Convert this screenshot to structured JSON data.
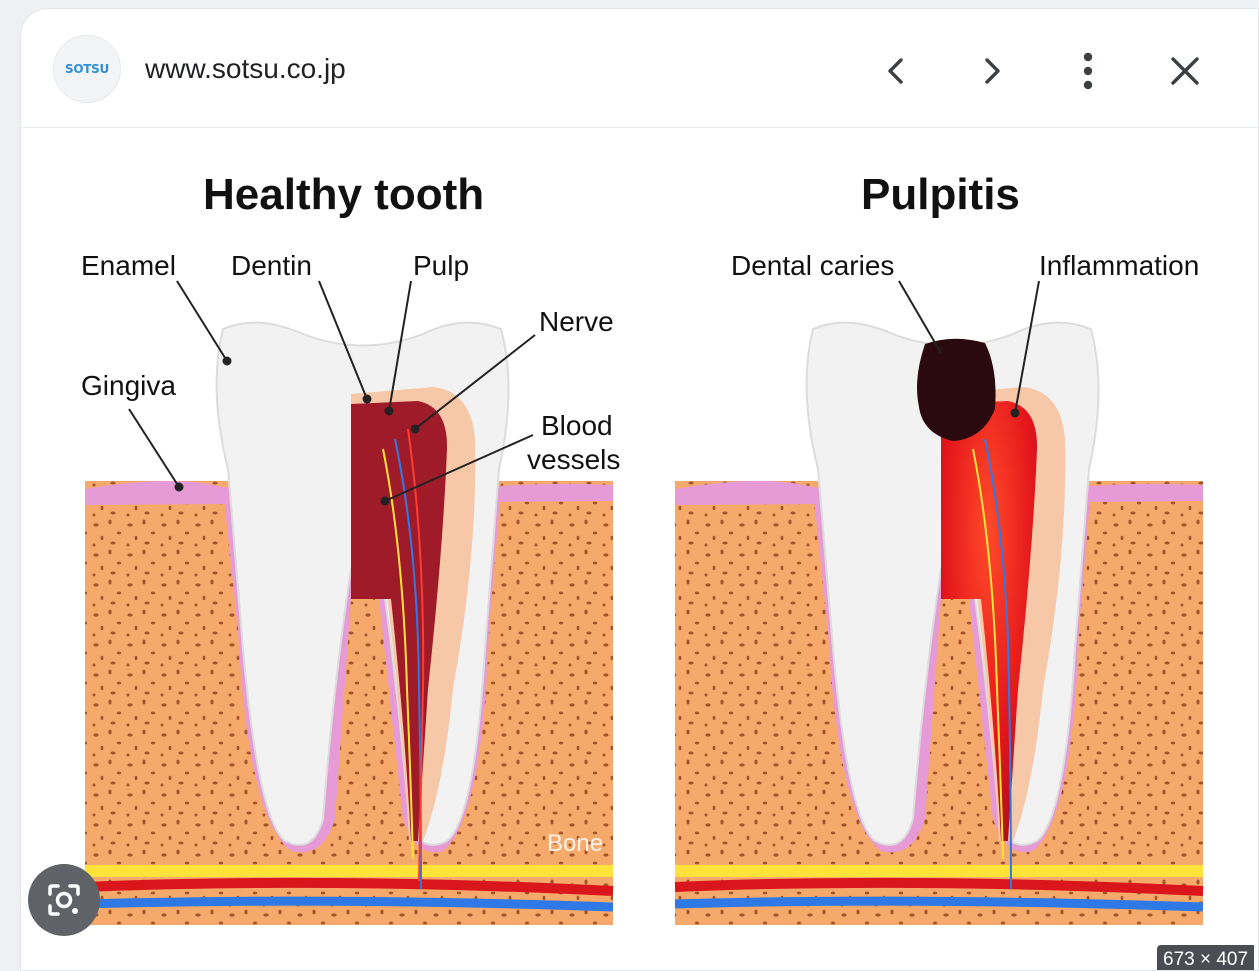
{
  "header": {
    "site_logo_text": "SOTSU",
    "site_url": "www.sotsu.co.jp",
    "icons": [
      "chevron-left-icon",
      "chevron-right-icon",
      "more-vert-icon",
      "close-icon"
    ]
  },
  "image": {
    "left_title": "Healthy tooth",
    "right_title": "Pulpitis",
    "labels": {
      "enamel": "Enamel",
      "dentin": "Dentin",
      "pulp": "Pulp",
      "nerve": "Nerve",
      "blood_vessels_line1": "Blood",
      "blood_vessels_line2": "vessels",
      "gingiva": "Gingiva",
      "bone": "Bone",
      "dental_caries": "Dental caries",
      "inflammation": "Inflammation"
    },
    "dimensions": "673 × 407"
  },
  "colors": {
    "bone": "#f5a96b",
    "gum": "#e79bd6",
    "tooth": "#f2f2f2",
    "pulp": "#a01b2a",
    "inflamed": "#e8161c",
    "nerve_yellow": "#ffe23a",
    "artery": "#d9161c",
    "vein": "#2f79e6",
    "logo_blue": "#2d8fd6"
  }
}
